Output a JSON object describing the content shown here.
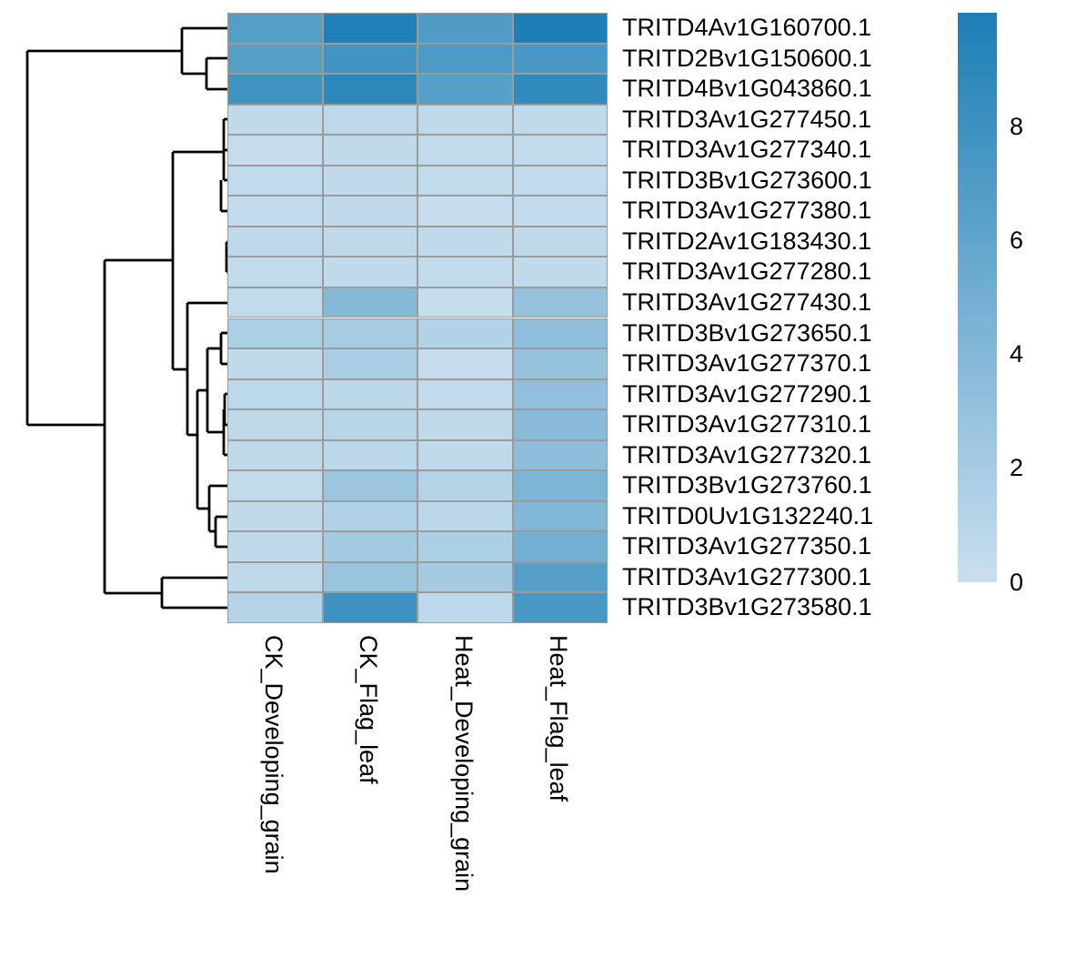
{
  "chart_data": {
    "type": "heatmap",
    "title": "",
    "columns": [
      "CK_Developing_grain",
      "CK_Flag_leaf",
      "Heat_Developing_grain",
      "Heat_Flag_leaf"
    ],
    "rows": [
      "TRITD4Av1G160700.1",
      "TRITD2Bv1G150600.1",
      "TRITD4Bv1G043860.1",
      "TRITD3Av1G277450.1",
      "TRITD3Av1G277340.1",
      "TRITD3Bv1G273600.1",
      "TRITD3Av1G277380.1",
      "TRITD2Av1G183430.1",
      "TRITD3Av1G277280.1",
      "TRITD3Av1G277430.1",
      "TRITD3Bv1G273650.1",
      "TRITD3Av1G277370.1",
      "TRITD3Av1G277290.1",
      "TRITD3Av1G277310.1",
      "TRITD3Av1G277320.1",
      "TRITD3Bv1G273760.1",
      "TRITD0Uv1G132240.1",
      "TRITD3Av1G277350.1",
      "TRITD3Av1G277300.1",
      "TRITD3Bv1G273580.1"
    ],
    "values": [
      [
        6.8,
        9.8,
        6.9,
        9.9
      ],
      [
        6.7,
        7.7,
        7.1,
        7.4
      ],
      [
        7.8,
        9.0,
        6.6,
        8.8
      ],
      [
        0.5,
        0.7,
        0.5,
        0.5
      ],
      [
        0.3,
        0.5,
        0.4,
        0.4
      ],
      [
        0.4,
        0.5,
        0.4,
        0.4
      ],
      [
        0.4,
        0.5,
        0.3,
        0.4
      ],
      [
        0.6,
        0.6,
        0.5,
        0.6
      ],
      [
        0.4,
        0.5,
        0.4,
        0.5
      ],
      [
        0.4,
        3.9,
        0.2,
        3.0
      ],
      [
        1.7,
        1.9,
        1.3,
        3.4
      ],
      [
        0.5,
        1.8,
        0.3,
        3.0
      ],
      [
        0.7,
        0.8,
        0.4,
        3.2
      ],
      [
        0.6,
        1.0,
        0.6,
        3.7
      ],
      [
        0.6,
        0.8,
        0.5,
        3.5
      ],
      [
        0.4,
        2.6,
        1.2,
        4.3
      ],
      [
        0.5,
        1.4,
        0.8,
        4.2
      ],
      [
        0.6,
        2.2,
        1.7,
        5.0
      ],
      [
        0.6,
        2.9,
        2.1,
        6.7
      ],
      [
        1.2,
        8.0,
        0.7,
        7.4
      ]
    ],
    "colorscale": {
      "min": 0,
      "max": 10,
      "min_color": "#C9DFEE",
      "max_color": "#1B7EB5"
    },
    "legend_ticks": [
      8,
      6,
      4,
      2,
      0
    ],
    "grid_color": "#9B9B9B",
    "dendrogram_color": "#000000",
    "legend_position": "right",
    "row_dendrogram_segments": [
      [
        200,
        31,
        252,
        31
      ],
      [
        227,
        64,
        252,
        64
      ],
      [
        227,
        98,
        252,
        98
      ],
      [
        227,
        64,
        227,
        98
      ],
      [
        200,
        81,
        227,
        81
      ],
      [
        200,
        31,
        200,
        81
      ],
      [
        30,
        56,
        200,
        56
      ],
      [
        30,
        56,
        30,
        467
      ],
      [
        30,
        467,
        115,
        467
      ],
      [
        115,
        286,
        115,
        652
      ],
      [
        115,
        286,
        190,
        286
      ],
      [
        115,
        652,
        178,
        652
      ],
      [
        178,
        635,
        178,
        668
      ],
      [
        178,
        635,
        252,
        635
      ],
      [
        178,
        668,
        252,
        668
      ],
      [
        190,
        167,
        190,
        406
      ],
      [
        190,
        167,
        246,
        167
      ],
      [
        246,
        131,
        246,
        198
      ],
      [
        246,
        131,
        252,
        131
      ],
      [
        246,
        165,
        252,
        165
      ],
      [
        246,
        198,
        252,
        198
      ],
      [
        243,
        198,
        243,
        232
      ],
      [
        243,
        232,
        252,
        232
      ],
      [
        190,
        406,
        206,
        406
      ],
      [
        206,
        333,
        206,
        478
      ],
      [
        206,
        333,
        252,
        333
      ],
      [
        249,
        266,
        249,
        299
      ],
      [
        249,
        266,
        252,
        266
      ],
      [
        249,
        299,
        252,
        299
      ],
      [
        206,
        478,
        217,
        478
      ],
      [
        217,
        429,
        217,
        559
      ],
      [
        217,
        429,
        228,
        429
      ],
      [
        228,
        383,
        228,
        475
      ],
      [
        228,
        383,
        243,
        383
      ],
      [
        228,
        475,
        246,
        475
      ],
      [
        243,
        366,
        243,
        400
      ],
      [
        243,
        366,
        252,
        366
      ],
      [
        243,
        400,
        252,
        400
      ],
      [
        246,
        450,
        246,
        500
      ],
      [
        246,
        500,
        252,
        500
      ],
      [
        246,
        450,
        247,
        450
      ],
      [
        247,
        433,
        247,
        467
      ],
      [
        247,
        433,
        252,
        433
      ],
      [
        247,
        467,
        252,
        467
      ],
      [
        217,
        559,
        230,
        559
      ],
      [
        230,
        534,
        230,
        584
      ],
      [
        230,
        534,
        252,
        534
      ],
      [
        230,
        584,
        237,
        584
      ],
      [
        237,
        568,
        237,
        601
      ],
      [
        237,
        568,
        252,
        568
      ],
      [
        237,
        601,
        252,
        601
      ]
    ]
  }
}
